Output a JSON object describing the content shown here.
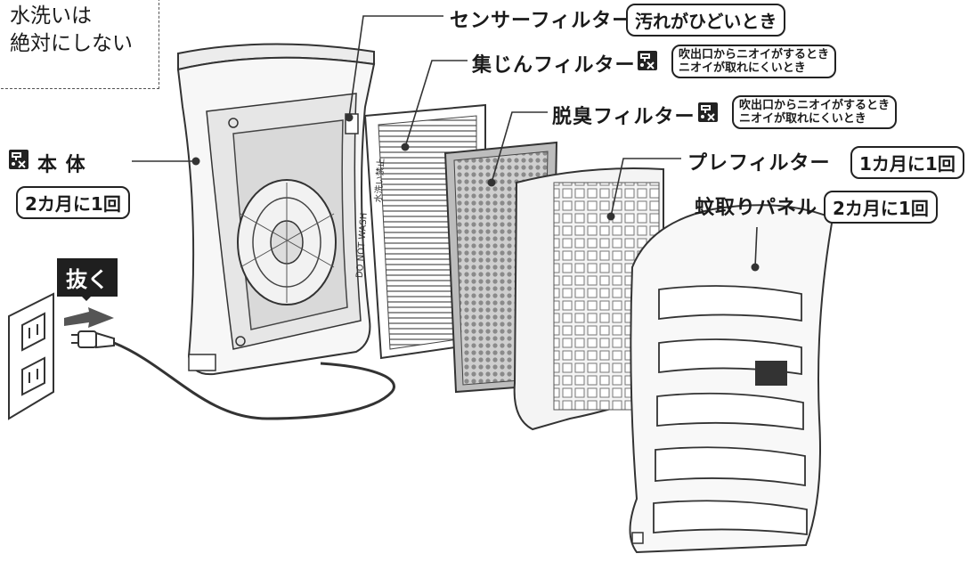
{
  "warning_note": {
    "line1": "水洗いは",
    "line2": "絶対にしない"
  },
  "labels": {
    "sensor_filter": "センサーフィルター",
    "dust_filter": "集じんフィルター",
    "deodor_filter": "脱臭フィルター",
    "pre_filter": "プレフィルター",
    "mosquito_panel": "蚊取りパネル",
    "body": "本 体",
    "unplug": "抜く"
  },
  "badges": {
    "sensor_filter": "汚れがひどいとき",
    "dust_filter_1": "吹出口からニオイがするとき",
    "dust_filter_2": "ニオイが取れにくいとき",
    "deodor_filter_1": "吹出口からニオイがするとき",
    "deodor_filter_2": "ニオイが取れにくいとき",
    "pre_filter": "1カ月に1回",
    "mosquito_panel": "2カ月に1回",
    "body": "2カ月に1回"
  },
  "filter_print": {
    "wash": "DO NOT WASH",
    "jp": "水洗い禁止"
  }
}
